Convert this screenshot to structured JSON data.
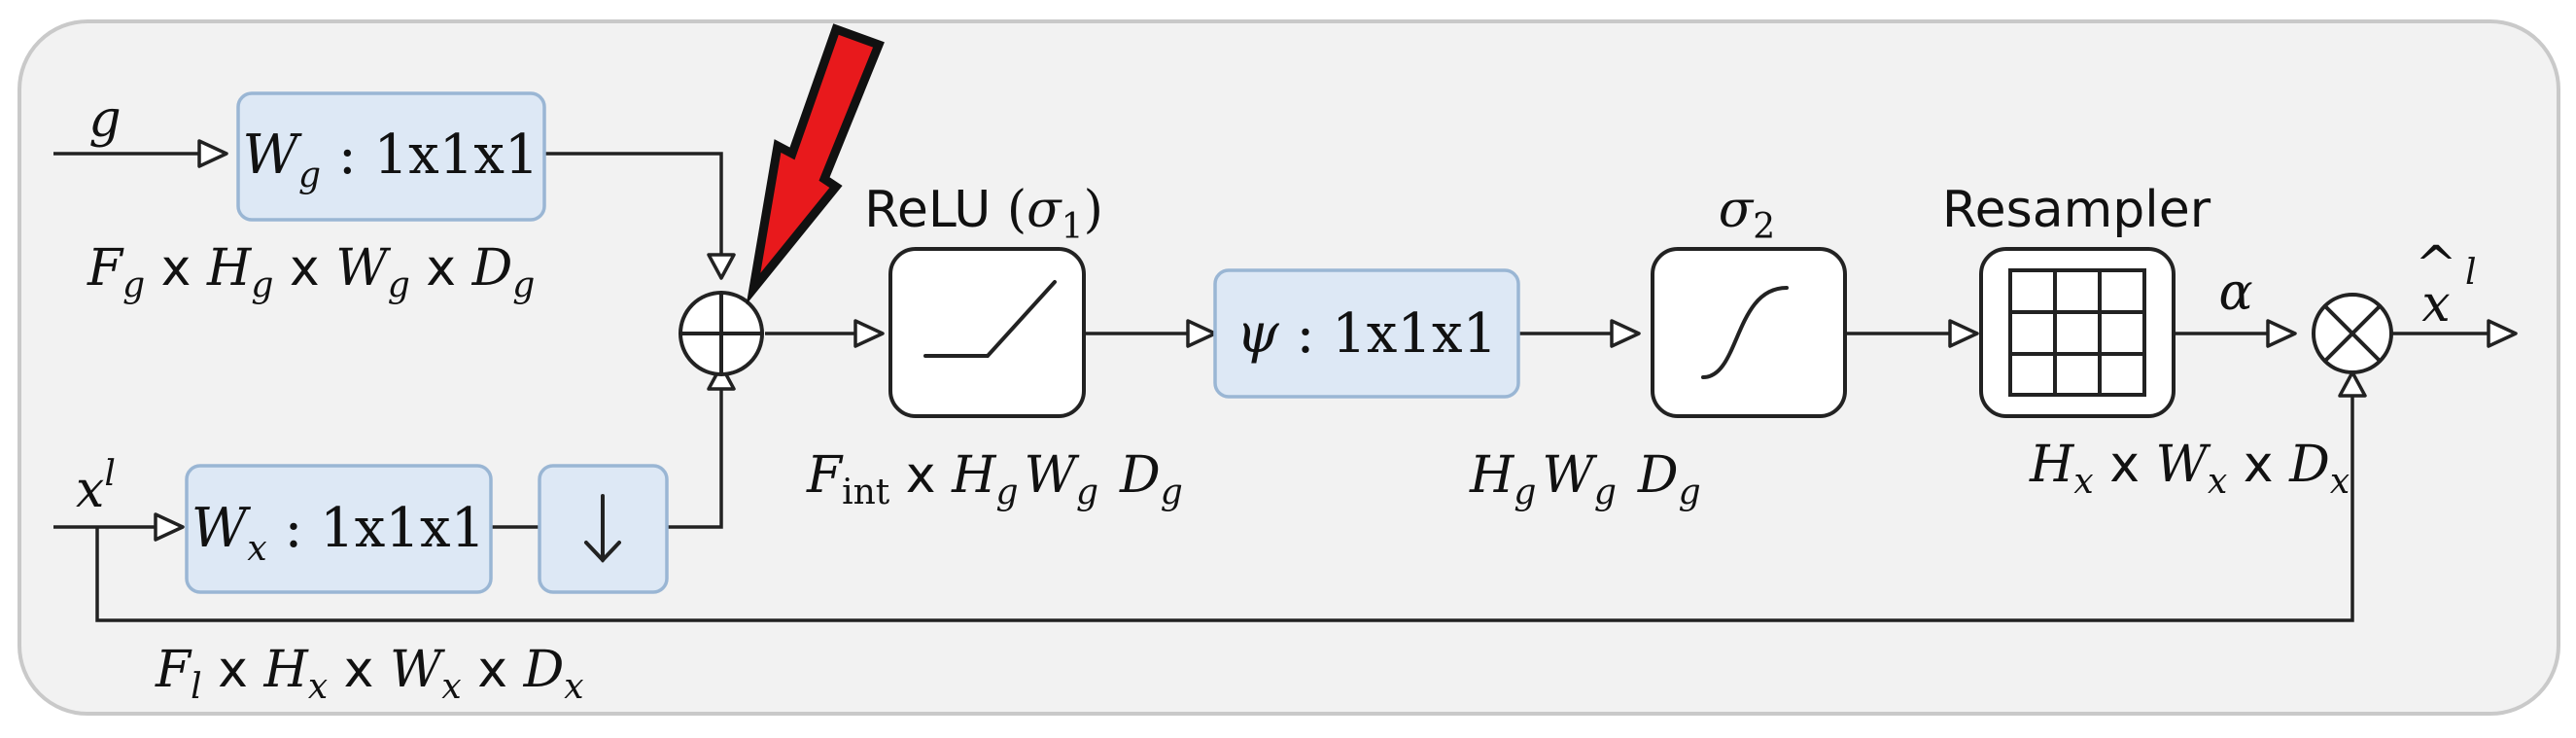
{
  "inputs": {
    "g": {
      "symbol": "g"
    },
    "x": {
      "base": "x",
      "sup": "l"
    }
  },
  "blocks": {
    "wg": {
      "base": "W",
      "sub": "g",
      "op": " : 1x1x1"
    },
    "wx": {
      "base": "W",
      "sub": "x",
      "op": " : 1x1x1"
    },
    "downsample": {
      "icon": "down-arrow-icon"
    },
    "relu": {
      "title": "ReLU",
      "paren_open": " (",
      "sigma": "σ",
      "sub": "1",
      "paren_close": ")"
    },
    "psi": {
      "base": "ψ",
      "op": " : 1x1x1"
    },
    "sigmoid": {
      "sigma": "σ",
      "sub": "2"
    },
    "resampler": {
      "title": "Resampler"
    }
  },
  "operators": {
    "add": {
      "icon": "circle-plus-icon"
    },
    "multiply": {
      "icon": "circle-times-icon"
    }
  },
  "dims": {
    "g": {
      "t1": "F",
      "s1": "g",
      "x1": " x ",
      "t2": "H",
      "s2": "g",
      "x2": " x ",
      "t3": "W",
      "s3": "g",
      "x3": " x ",
      "t4": "D",
      "s4": "g"
    },
    "x": {
      "t1": "F",
      "s1": "l",
      "x1": " x ",
      "t2": "H",
      "s2": "x",
      "x2": " x ",
      "t3": "W",
      "s3": "x",
      "x3": " x ",
      "t4": "D",
      "s4": "x"
    },
    "int": {
      "t1": "F",
      "s1": "int",
      "x1": " x ",
      "t2": "H",
      "s2": "g",
      "t3": "W",
      "s3": "g",
      "t4": "D",
      "s4": "g"
    },
    "psi": {
      "t1": "H",
      "s1": "g",
      "t2": "W",
      "s2": "g",
      "t3": "D",
      "s3": "g"
    },
    "res": {
      "t1": "H",
      "s1": "x",
      "x1": " x ",
      "t2": "W",
      "s2": "x",
      "x2": " x ",
      "t3": "D",
      "s3": "x"
    }
  },
  "alpha": "α",
  "output": {
    "base": "x",
    "hat": "^",
    "sup": "l"
  },
  "colors": {
    "block_fill": "#dde8f5",
    "block_stroke": "#9ab6d4",
    "highlight_arrow": "#e8191c",
    "frame_fill": "#f2f2f2"
  }
}
